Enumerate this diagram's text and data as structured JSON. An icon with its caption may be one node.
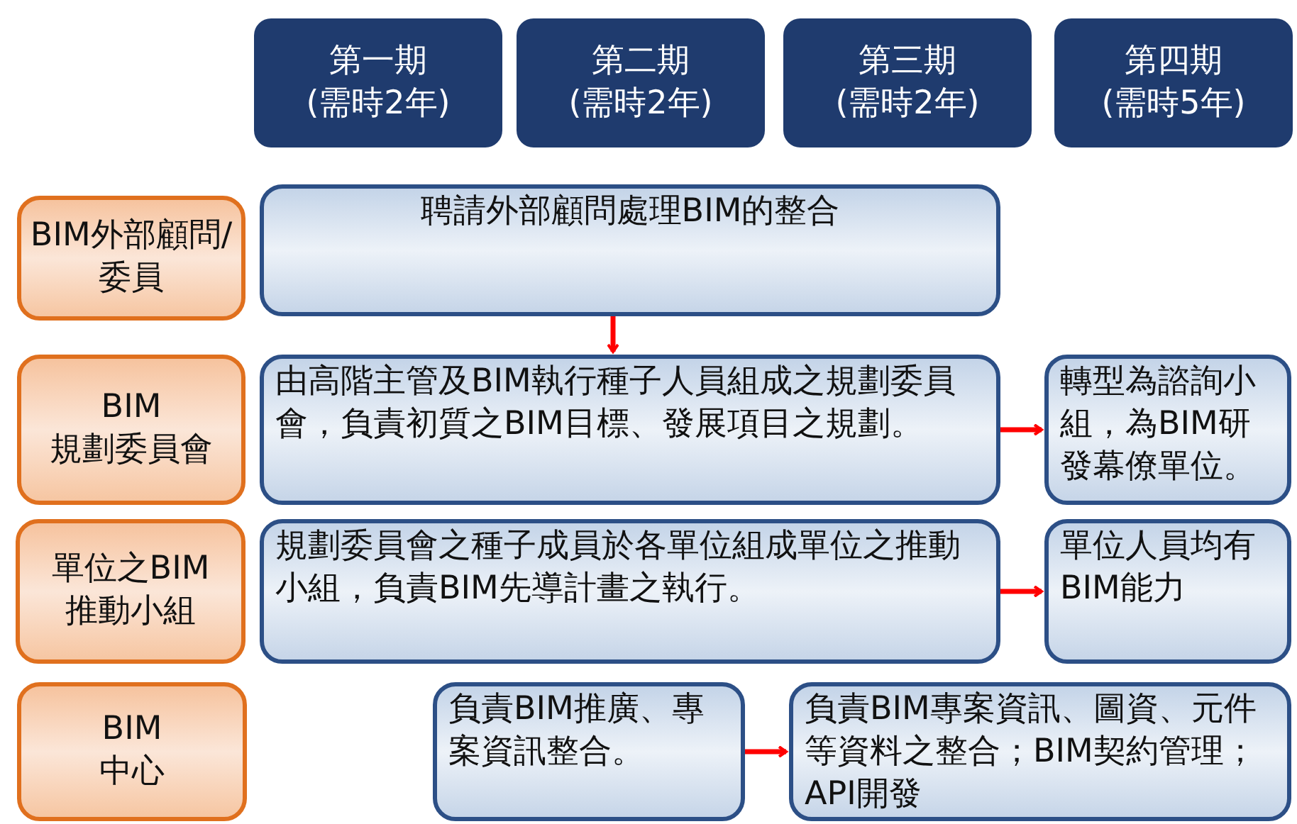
{
  "diagram": {
    "nodes": [
      {
        "text": [
          "第一期",
          "(需時2年)"
        ]
      },
      {
        "text": [
          "第二期",
          "(需時2年)"
        ]
      },
      {
        "text": [
          "第三期",
          "(需時2年)"
        ]
      },
      {
        "text": [
          "第四期",
          "(需時5年)"
        ]
      },
      {
        "text": [
          "BIM外部顧問/委員"
        ]
      },
      {
        "text": [
          "聘請外部顧問處理BIM的整合"
        ]
      },
      {
        "text": [
          "BIM",
          "規劃委員會"
        ]
      },
      {
        "text": [
          "由高階主管及BIM執行種子人員組成之規劃委員會，負責初質之BIM目標、發展項目之規劃。"
        ]
      },
      {
        "text": [
          "轉型為諮詢小組，為BIM研發幕僚單位。"
        ]
      },
      {
        "text": [
          "單位之BIM",
          "推動小組"
        ]
      },
      {
        "text": [
          "規劃委員會之種子成員於各單位組成單位之推動小組，負責BIM先導計畫之執行。"
        ]
      },
      {
        "text": [
          "單位人員均有BIM能力"
        ]
      },
      {
        "text": [
          "BIM",
          "中心"
        ]
      },
      {
        "text": [
          "負責BIM推廣、專案資訊整合。"
        ]
      },
      {
        "text": [
          "負責BIM專案資訊、圖資、元件等資料之整合；BIM契約管理；API開發"
        ]
      }
    ],
    "edges": [
      {
        "from": 5,
        "to": 7,
        "arrow": "to"
      },
      {
        "from": 7,
        "to": 8,
        "arrow": "to"
      },
      {
        "from": 10,
        "to": 11,
        "arrow": "to"
      },
      {
        "from": 13,
        "to": 14,
        "arrow": "to"
      }
    ]
  }
}
